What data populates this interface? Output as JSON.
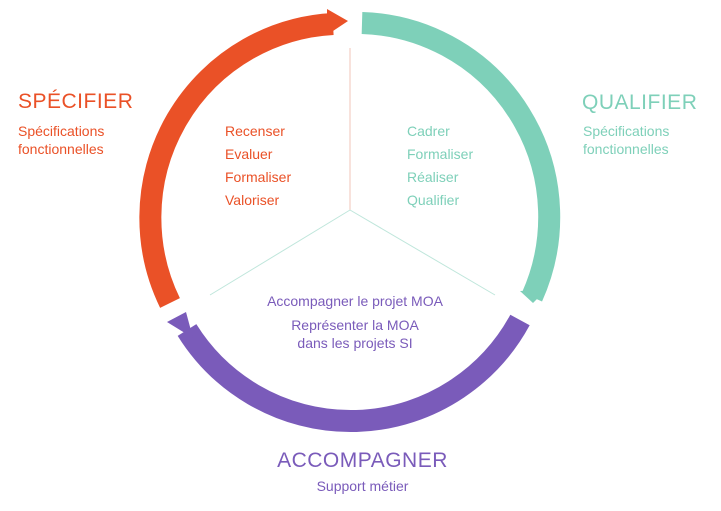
{
  "colors": {
    "specifier": "#EA5127",
    "qualifier": "#7ED0B9",
    "accompagner": "#7A5BBA",
    "divider_red": "#F2C6BA",
    "divider_teal": "#BFE6DB"
  },
  "specifier": {
    "title": "SPÉCIFIER",
    "subtitle_line1": "Spécifications",
    "subtitle_line2": "fonctionnelles",
    "items": [
      "Recenser",
      "Evaluer",
      "Formaliser",
      "Valoriser"
    ]
  },
  "qualifier": {
    "title": "QUALIFIER",
    "subtitle_line1": "Spécifications",
    "subtitle_line2": "fonctionnelles",
    "items": [
      "Cadrer",
      "Formaliser",
      "Réaliser",
      "Qualifier"
    ]
  },
  "accompagner": {
    "title": "ACCOMPAGNER",
    "subtitle": "Support métier",
    "items": [
      "Accompagner le projet MOA",
      "Représenter la MOA",
      "dans les projets SI"
    ]
  }
}
